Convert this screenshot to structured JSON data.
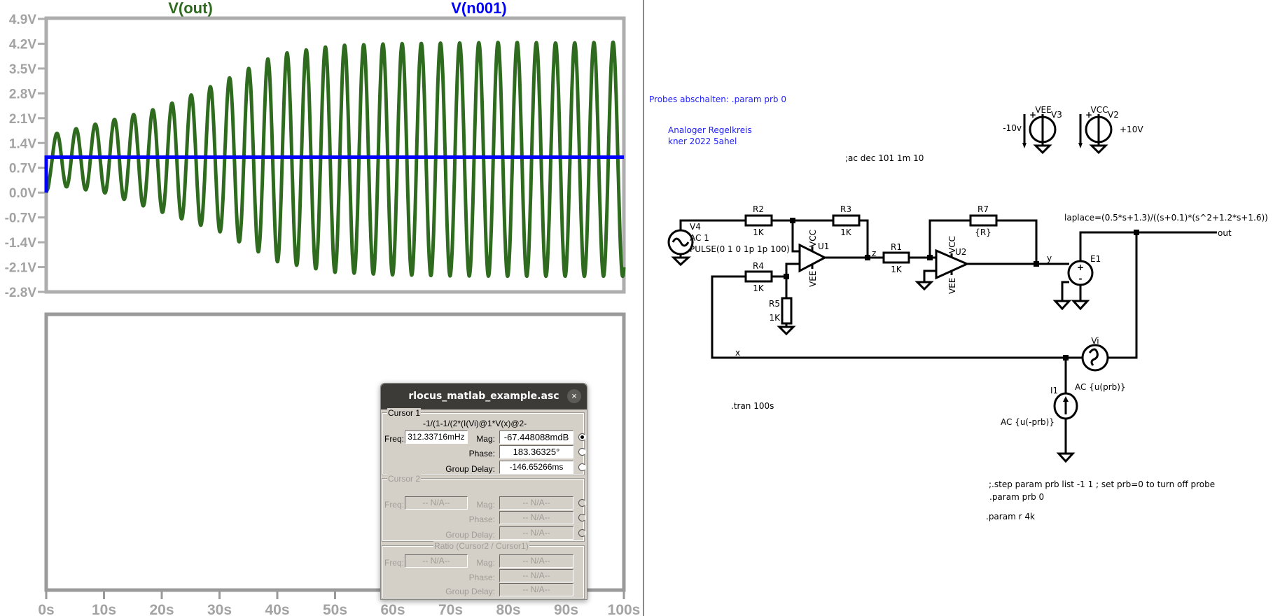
{
  "waveform": {
    "traces": [
      {
        "name": "V(out)",
        "color": "#2e6b1f"
      },
      {
        "name": "V(n001)",
        "color": "#0000ff"
      }
    ],
    "y_ticks": [
      "4.9V",
      "4.2V",
      "3.5V",
      "2.8V",
      "2.1V",
      "1.4V",
      "0.7V",
      "0.0V",
      "-0.7V",
      "-1.4V",
      "-2.1V",
      "-2.8V"
    ],
    "x_ticks": [
      "0s",
      "10s",
      "20s",
      "30s",
      "40s",
      "50s",
      "60s",
      "70s",
      "80s",
      "90s",
      "100s"
    ]
  },
  "chart_data": {
    "type": "line",
    "xlabel": "",
    "ylabel": "",
    "xlim": [
      0,
      100
    ],
    "ylim": [
      -2.8,
      4.9
    ],
    "grid": false,
    "legend": "top",
    "series": [
      {
        "name": "V(out)",
        "kind": "oscillation",
        "period_s": 3.32,
        "first_peak_s": 1.85,
        "start_value": 0,
        "envelope_t": [
          0,
          10,
          20,
          30,
          40,
          50,
          60,
          70,
          80,
          90,
          100
        ],
        "envelope_upper": [
          1.6,
          1.99,
          2.4,
          3.1,
          3.9,
          4.15,
          4.2,
          4.22,
          4.24,
          4.22,
          4.25
        ],
        "envelope_lower": [
          0.25,
          0.0,
          -0.55,
          -1.1,
          -1.95,
          -2.25,
          -2.32,
          -2.35,
          -2.36,
          -2.36,
          -2.36
        ]
      },
      {
        "name": "V(n001)",
        "x": [
          0,
          0,
          100
        ],
        "y": [
          0,
          1.0,
          1.0
        ]
      }
    ]
  },
  "dialog": {
    "title": "rlocus_matlab_example.asc",
    "close": "×",
    "cursor1": {
      "legend": "Cursor 1",
      "expression": "-1/(1-1/(2*(I(Vi)@1*V(x)@2-",
      "freq_label": "Freq:",
      "freq": "312.33716mHz",
      "mag_label": "Mag:",
      "mag": "-67.448088mdB",
      "phase_label": "Phase:",
      "phase": "183.36325°",
      "gd_label": "Group Delay:",
      "gd": "-146.65266ms",
      "selected": "mag"
    },
    "cursor2": {
      "legend": "Cursor 2",
      "freq_label": "Freq:",
      "freq": "-- N/A--",
      "mag_label": "Mag:",
      "mag": "-- N/A--",
      "phase_label": "Phase:",
      "phase": "-- N/A--",
      "gd_label": "Group Delay:",
      "gd": "-- N/A--"
    },
    "ratio": {
      "legend": "Ratio (Cursor2 / Cursor1)",
      "freq_label": "Freq:",
      "freq": "-- N/A--",
      "mag_label": "Mag:",
      "mag": "-- N/A--",
      "phase_label": "Phase:",
      "phase": "-- N/A--",
      "gd_label": "Group Delay:",
      "gd": "-- N/A--"
    }
  },
  "schematic": {
    "comments": {
      "probes": "Probes abschalten: .param prb 0",
      "title1": "Analoger Regelkreis",
      "title2": "kner 2022 5ahel",
      "ac": ";ac dec 101 1m 10",
      "tran": ".tran 100s",
      "step": ";.step param prb list -1 1 ; set prb=0 to turn off probe",
      "param_prb": ".param prb 0",
      "param_r": ".param r  4k",
      "laplace": "laplace=(0.5*s+1.3)/((s+0.1)*(s^2+1.2*s+1.6))"
    },
    "components": {
      "R2": {
        "name": "R2",
        "value": "1K"
      },
      "R3": {
        "name": "R3",
        "value": "1K"
      },
      "R4": {
        "name": "R4",
        "value": "1K"
      },
      "R5": {
        "name": "R5",
        "value": "1K"
      },
      "R1": {
        "name": "R1",
        "value": "1K"
      },
      "R7": {
        "name": "R7",
        "value": "{R}"
      },
      "V4": {
        "name": "V4",
        "ac": "AC 1",
        "value": "PULSE(0 1 0 1p 1p 100)"
      },
      "U1": {
        "name": "U1",
        "vcc": "VCC",
        "vee": "VEE"
      },
      "U2": {
        "name": "U2",
        "vcc": "VCC",
        "vee": "VEE"
      },
      "E1": {
        "name": "E1"
      },
      "Vi": {
        "name": "Vi"
      },
      "I1": {
        "name": "I1",
        "ac_top": "AC {u(prb)}",
        "ac_bottom": "AC {u(-prb)}"
      },
      "V3": {
        "name": "V3",
        "net": "VEE",
        "value": "-10v"
      },
      "V2": {
        "name": "V2",
        "net": "VCC",
        "value": "+10V"
      }
    },
    "nets": {
      "z": "z",
      "y": "y",
      "x": "x",
      "out": "out"
    }
  }
}
